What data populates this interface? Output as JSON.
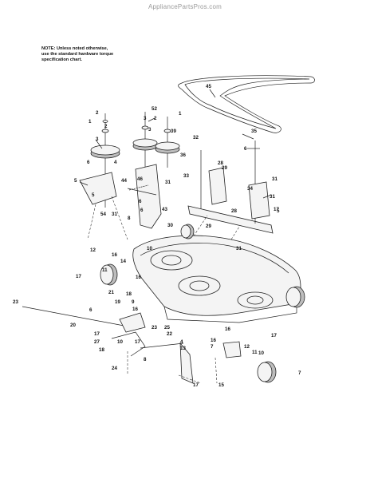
{
  "watermark": "AppliancePartsPros.com",
  "note": {
    "line1": "NOTE: Unless noted otherwise,",
    "line2": "use the standard hardware torque",
    "line3": "specification chart."
  },
  "labels": [
    "45",
    "52",
    "1",
    "2",
    "3",
    "35",
    "1",
    "2",
    "2",
    "3",
    "3",
    "39",
    "36",
    "32",
    "6",
    "6",
    "4",
    "5",
    "5",
    "46",
    "44",
    "31",
    "33",
    "29",
    "28",
    "29",
    "31",
    "34",
    "31",
    "5",
    "54",
    "6",
    "6",
    "43",
    "8",
    "31",
    "30",
    "28",
    "31",
    "17",
    "10",
    "12",
    "16",
    "14",
    "11",
    "17",
    "16",
    "21",
    "23",
    "6",
    "18",
    "19",
    "16",
    "9",
    "20",
    "25",
    "10",
    "17",
    "17",
    "23",
    "22",
    "27",
    "18",
    "24",
    "8",
    "4",
    "13",
    "16",
    "7",
    "17",
    "16",
    "17",
    "15",
    "12",
    "11",
    "10",
    "7"
  ]
}
